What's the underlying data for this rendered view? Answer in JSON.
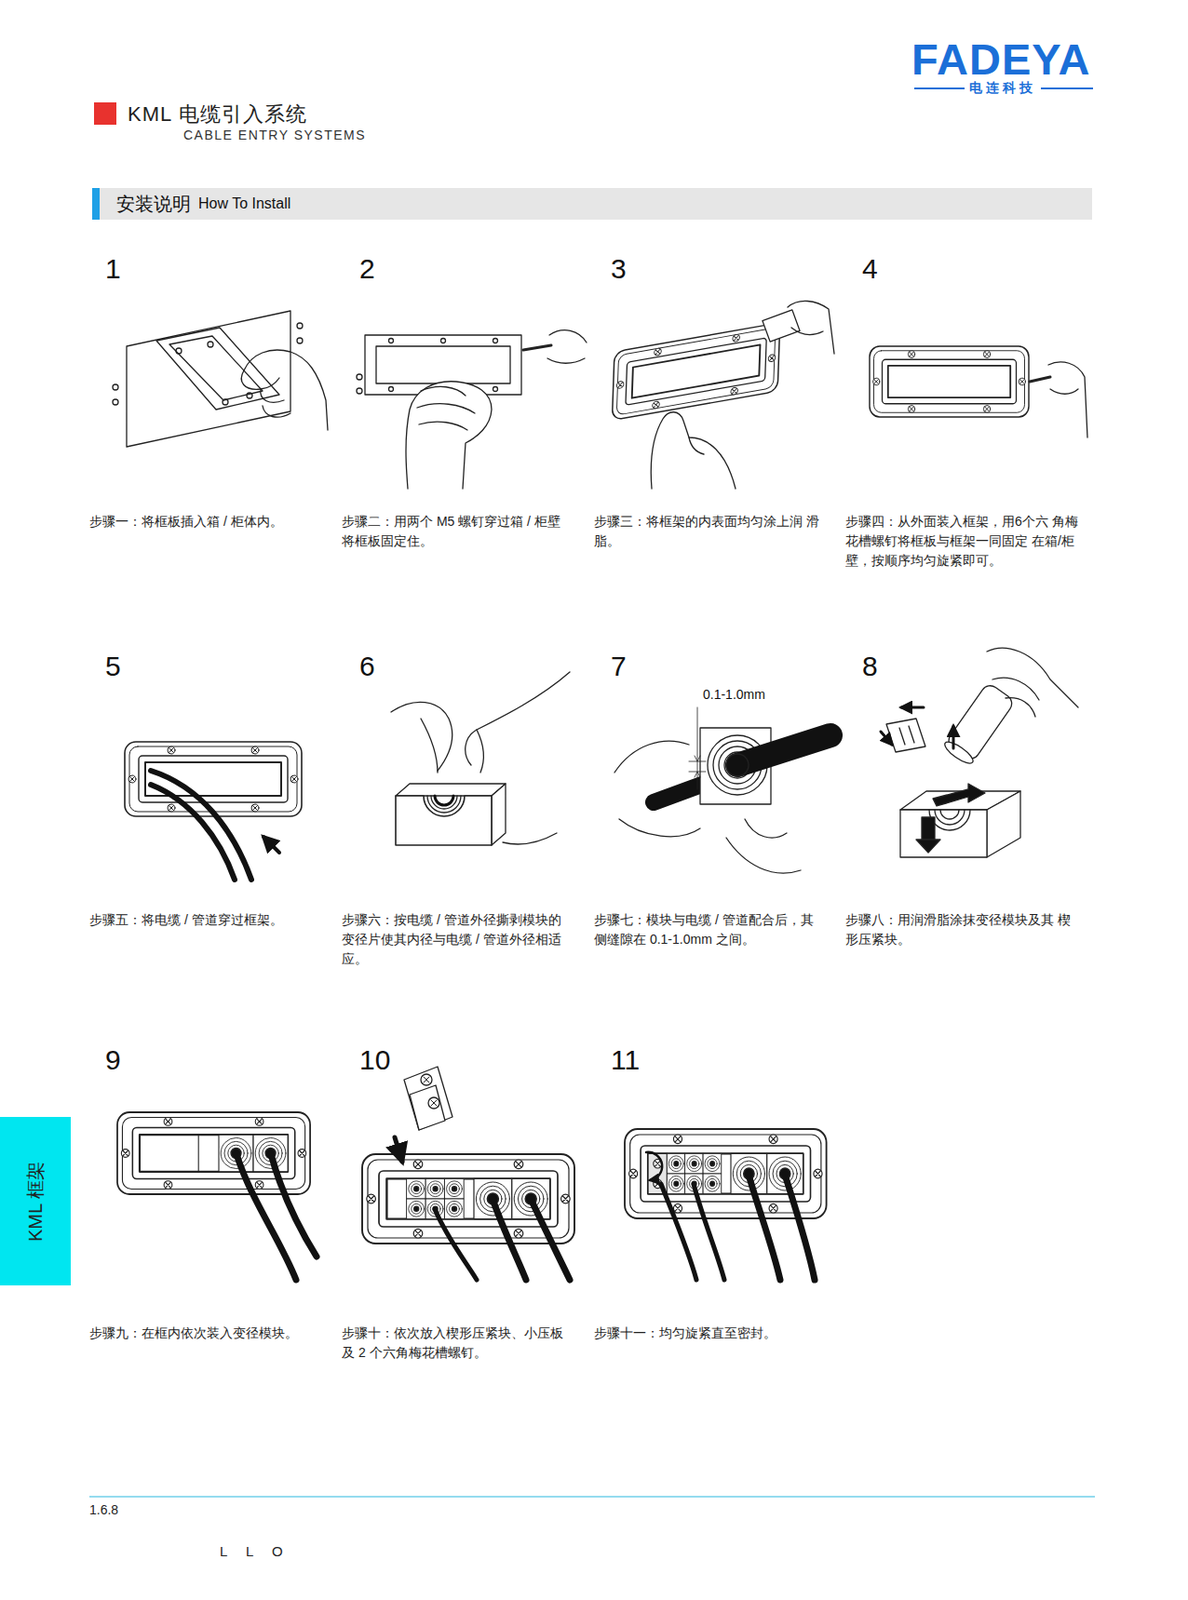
{
  "diagram": {
    "title": "KML 电缆引入系统",
    "nodes": [
      {
        "text": [
          "安装说明",
          "How To Install"
        ]
      },
      {
        "text": [
          "KML 框架"
        ]
      }
    ],
    "labels": [
      "FADEYA",
      "电连科技",
      "CABLE ENTRY SYSTEMS",
      "1",
      "2",
      "3",
      "4",
      "步骤一：将框板插入箱 / 柜体内。",
      "步骤二：用两个 M5 螺钉穿过箱 / 柜壁 将框板固定住。",
      "步骤三：将框架的内表面均匀涂上润 滑脂。",
      "步骤四：从外面装入框架，用6个六 角梅花槽螺钉将框板与框架一同固定 在箱/柜壁，按顺序均匀旋紧即可。",
      "5",
      "6",
      "7",
      "0.1-1.0mm",
      "8",
      "步骤五：将电缆 / 管道穿过框架。",
      "步骤六：按电缆 / 管道外径撕剥模块的 变径片使其内径与电缆 / 管道外径相适 应。",
      "步骤七：模块与电缆 / 管道配合后，其 侧缝隙在 0.1-1.0mm 之间。",
      "步骤八：用润滑脂涂抹变径模块及其 楔形压紧块。",
      "9",
      "10",
      "11",
      "步骤九：在框内依次装入变径模块。",
      "步骤十：依次放入楔形压紧块、小压板 及 2 个六角梅花槽螺钉。",
      "步骤十一：均匀旋紧直至密封。",
      "1.6.8",
      "L L O"
    ]
  }
}
